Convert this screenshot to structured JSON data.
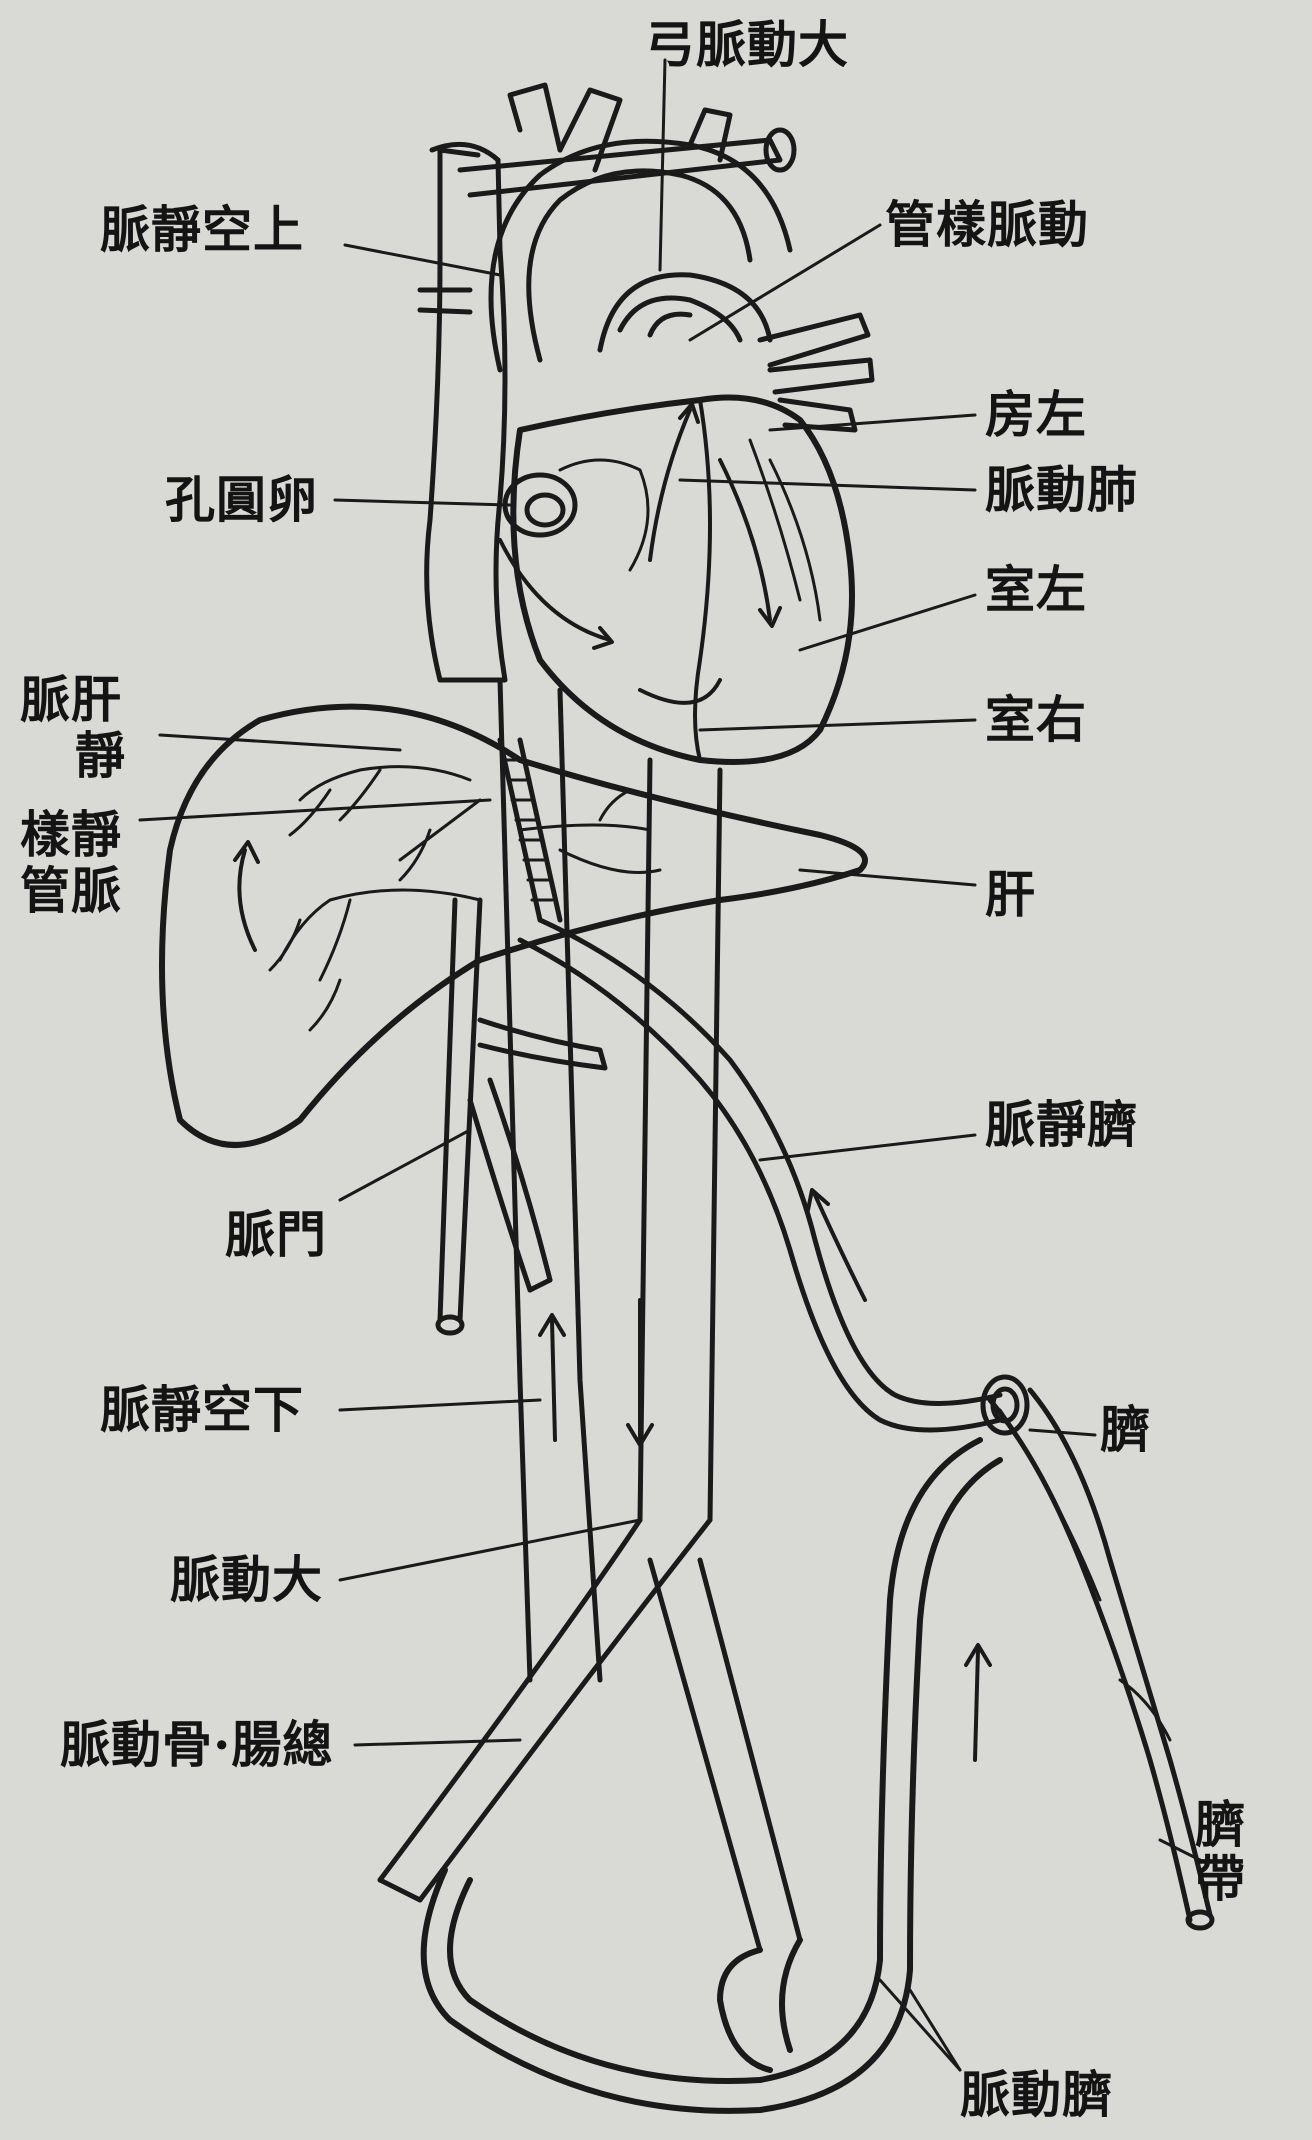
{
  "labels": {
    "aortic_arch": "弓脈動大",
    "superior_vena_cava": "脈靜空上",
    "ductus_arteriosus": "管樣脈動",
    "left_atrium": "房左",
    "foramen_ovale": "孔圓卵",
    "pulmonary_artery": "脈動肺",
    "left_ventricle": "室左",
    "right_ventricle": "室右",
    "hepatic_vein_top": "脈肝",
    "hepatic_vein_bottom": "靜",
    "ductus_venosus_line1": "樣靜",
    "ductus_venosus_line2": "管脈",
    "liver": "肝",
    "umbilical_vein": "脈靜臍",
    "portal_vein": "脈門",
    "inferior_vena_cava": "脈靜空下",
    "umbilicus": "臍",
    "aorta": "脈動大",
    "common_iliac_artery": "脈動骨·腸總",
    "umbilical_cord_line1": "臍",
    "umbilical_cord_line2": "帶",
    "umbilical_artery": "脈動臍"
  }
}
